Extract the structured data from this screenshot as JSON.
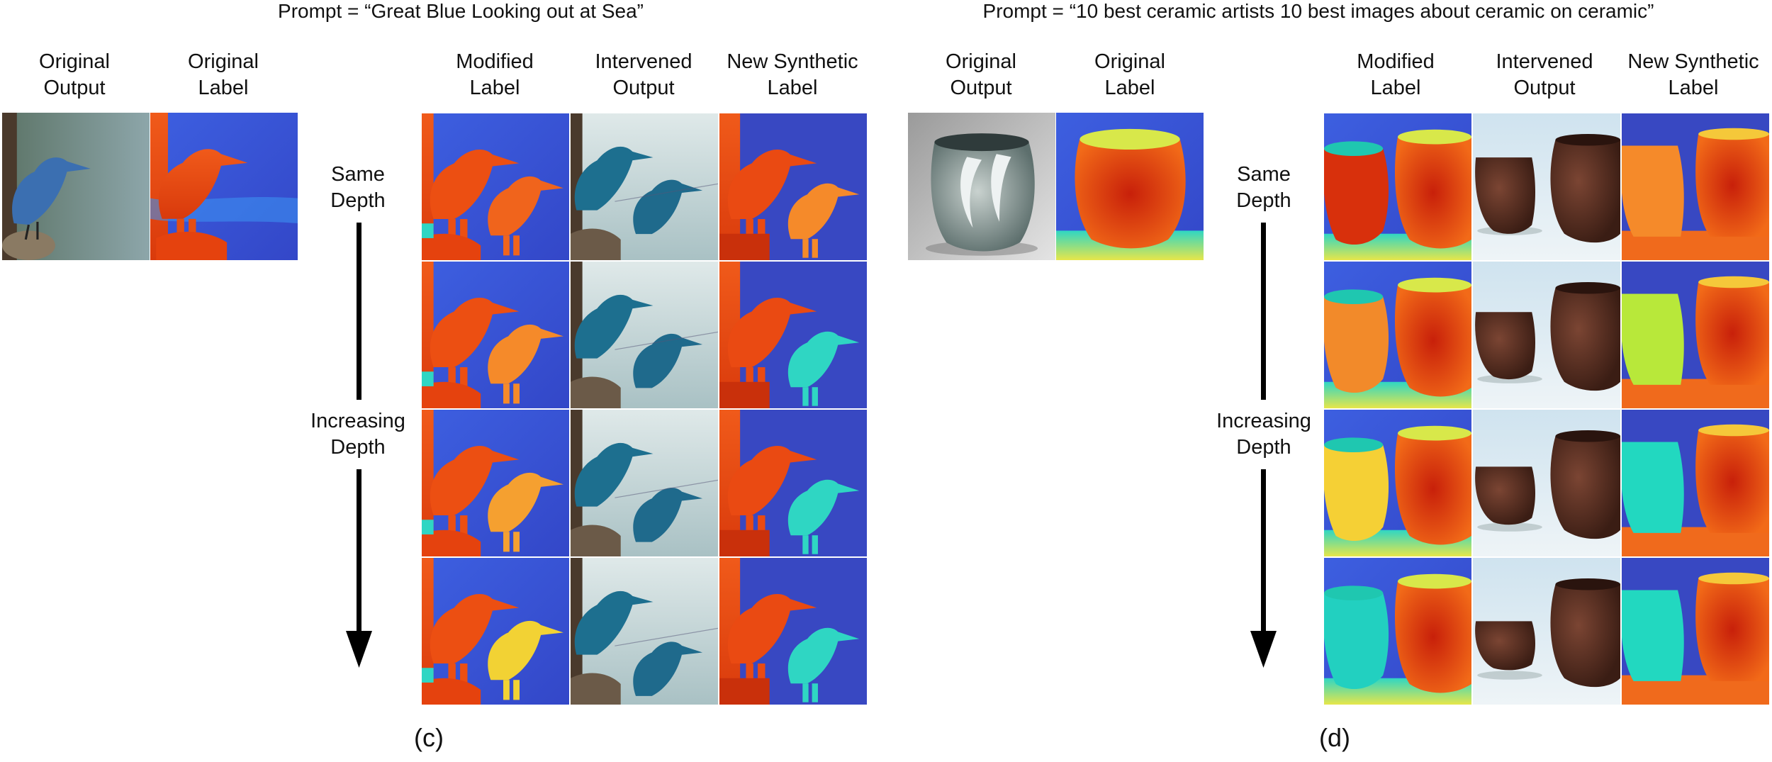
{
  "panel_c": {
    "prompt": "Prompt = “Great Blue Looking out at Sea”",
    "headers": {
      "original_output": "Original\nOutput",
      "original_label": "Original\nLabel",
      "modified_label": "Modified\nLabel",
      "intervened_output": "Intervened\nOutput",
      "new_synthetic_label": "New Synthetic\nLabel"
    },
    "side_top": "Same\nDepth",
    "side_mid": "Increasing\nDepth",
    "panel_label": "(c)"
  },
  "panel_d": {
    "prompt": "Prompt = “10 best ceramic artists 10 best images about ceramic on ceramic”",
    "headers": {
      "original_output": "Original\nOutput",
      "original_label": "Original\nLabel",
      "modified_label": "Modified\nLabel",
      "intervened_output": "Intervened\nOutput",
      "new_synthetic_label": "New Synthetic\nLabel"
    },
    "side_top": "Same\nDepth",
    "side_mid": "Increasing\nDepth",
    "panel_label": "(d)"
  },
  "colors": {
    "depth_far": "#3a56d8",
    "depth_near": "#e8430f",
    "depth_mid": "#2fd6c3",
    "depth_yellow": "#f4d23a"
  }
}
